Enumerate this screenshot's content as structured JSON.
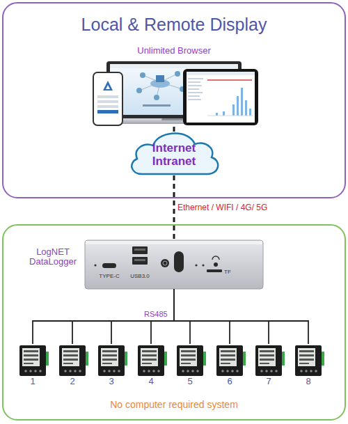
{
  "diagram": {
    "nodes": [
      {
        "text": [
          "Local & Remote Display"
        ]
      },
      {
        "text": [
          "Unlimited Browser"
        ],
        "in": 0
      },
      {
        "text": [
          "Internet Intranet"
        ],
        "in": 0
      },
      {
        "text": [
          "No computer required system"
        ]
      },
      {
        "text": [
          "LogNET DataLogger"
        ],
        "in": 3
      },
      {
        "text": [
          "1"
        ],
        "in": 3
      },
      {
        "text": [
          "2"
        ],
        "in": 3
      },
      {
        "text": [
          "3"
        ],
        "in": 3
      },
      {
        "text": [
          "4"
        ],
        "in": 3
      },
      {
        "text": [
          "5"
        ],
        "in": 3
      },
      {
        "text": [
          "6"
        ],
        "in": 3
      },
      {
        "text": [
          "7"
        ],
        "in": 3
      },
      {
        "text": [
          "8"
        ],
        "in": 3
      }
    ],
    "edges": [
      {
        "from": 1,
        "to": 2,
        "arrow": "none"
      },
      {
        "from": 2,
        "to": 4,
        "arrow": "none",
        "label": "Ethernet / WIFI / 4G/ 5G"
      },
      {
        "from": 4,
        "to": 5,
        "arrow": "none"
      },
      {
        "from": 4,
        "to": 6,
        "arrow": "none"
      },
      {
        "from": 4,
        "to": 7,
        "arrow": "none"
      },
      {
        "from": 4,
        "to": 8,
        "arrow": "none"
      },
      {
        "from": 4,
        "to": 9,
        "arrow": "none"
      },
      {
        "from": 4,
        "to": 10,
        "arrow": "none"
      },
      {
        "from": 4,
        "to": 11,
        "arrow": "none"
      },
      {
        "from": 4,
        "to": 12,
        "arrow": "none"
      }
    ],
    "labels": [
      "TYPE-C",
      "USB3.0",
      "TF",
      "RS485"
    ]
  }
}
